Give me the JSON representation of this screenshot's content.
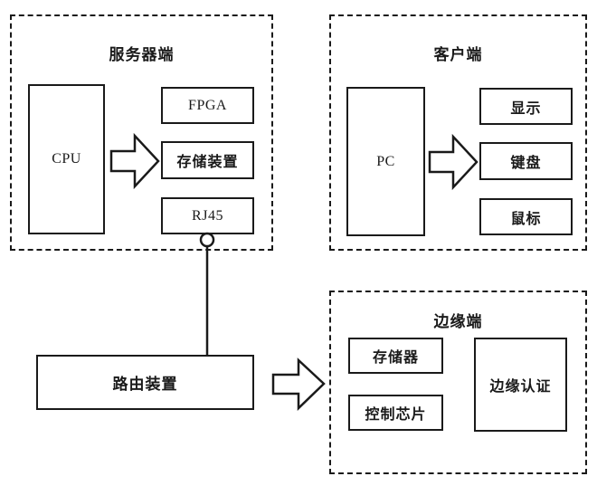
{
  "diagram": {
    "title": "System architecture block diagram",
    "stroke_color": "#1a1a1a",
    "fill_color": "#ffffff"
  },
  "groups": [
    {
      "id": "server",
      "label": "服务器端",
      "nodes": [
        {
          "id": "cpu",
          "label": "CPU"
        },
        {
          "id": "fpga",
          "label": "FPGA"
        },
        {
          "id": "storage-device",
          "label": "存储装置"
        },
        {
          "id": "rj45",
          "label": "RJ45"
        }
      ]
    },
    {
      "id": "client",
      "label": "客户端",
      "nodes": [
        {
          "id": "pc",
          "label": "PC"
        },
        {
          "id": "display",
          "label": "显示"
        },
        {
          "id": "keyboard",
          "label": "键盘"
        },
        {
          "id": "mouse",
          "label": "鼠标"
        }
      ]
    },
    {
      "id": "edge",
      "label": "边缘端",
      "nodes": [
        {
          "id": "memory",
          "label": "存储器"
        },
        {
          "id": "control-chip",
          "label": "控制芯片"
        },
        {
          "id": "edge-auth",
          "label": "边缘认证"
        }
      ]
    }
  ],
  "standalone": [
    {
      "id": "router",
      "label": "路由装置"
    }
  ],
  "connectors": [
    {
      "id": "cpu-to-peripherals",
      "type": "block-arrow",
      "direction": "right"
    },
    {
      "id": "pc-to-peripherals",
      "type": "block-arrow",
      "direction": "right"
    },
    {
      "id": "router-to-edge",
      "type": "block-arrow",
      "direction": "right"
    },
    {
      "id": "rj45-to-router",
      "type": "line-with-node",
      "direction": "down"
    }
  ]
}
